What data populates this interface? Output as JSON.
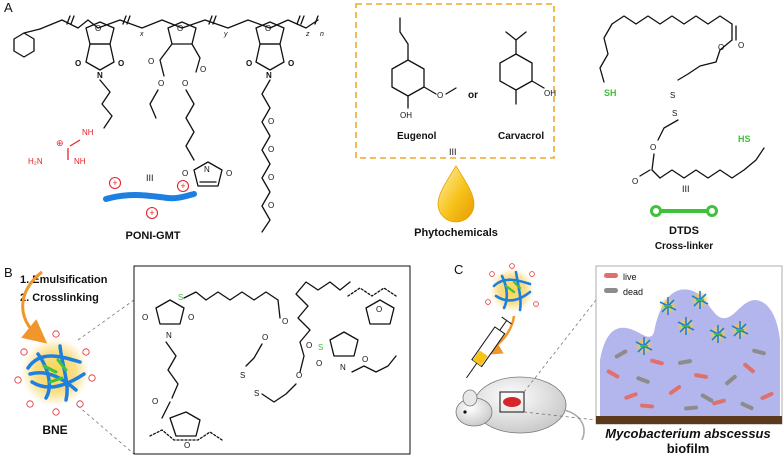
{
  "panels": {
    "a": {
      "letter": "A",
      "polymer": {
        "name": "PONI-GMT",
        "subscripts": [
          "x",
          "y",
          "z",
          "n"
        ],
        "guanidine": {
          "nh": "NH",
          "plus": "⊕",
          "h2n": "H₂N",
          "nh2": "NH"
        },
        "ester_o": "O",
        "maleimide_n": "N",
        "tie": "III"
      },
      "phytochemicals": {
        "eugenol": {
          "name": "Eugenol",
          "oh": "OH",
          "ome": "O"
        },
        "or": "or",
        "carvacrol": {
          "name": "Carvacrol",
          "oh": "OH"
        },
        "tie": "III",
        "caption": "Phytochemicals"
      },
      "crosslinker": {
        "name": "DTDS",
        "caption": "Cross-linker",
        "sh_left": "SH",
        "sh_right": "HS",
        "s1": "S",
        "s2": "S",
        "tie": "III"
      }
    },
    "b": {
      "letter": "B",
      "steps": [
        "1. Emulsification",
        "2. Crosslinking"
      ],
      "particle_label": "BNE",
      "thioether": "S",
      "disulfide": "S",
      "n": "N"
    },
    "c": {
      "letter": "C",
      "legend": {
        "live": "live",
        "dead": "dead"
      },
      "title_italic": "Mycobacterium abscessus",
      "title_plain": "biofilm"
    }
  },
  "colors": {
    "cationic": "#e8232a",
    "polymer_band": "#1d7fe0",
    "crosslinker": "#3fc23a",
    "oil": "#f5c518",
    "dashed_box": "#f0a929",
    "arrow": "#f0962a",
    "biofilm": "#b3b6ec",
    "live_bacteria": "#e0706c",
    "dead_bacteria": "#8c8c8c",
    "ground": "#5a3a1a"
  }
}
